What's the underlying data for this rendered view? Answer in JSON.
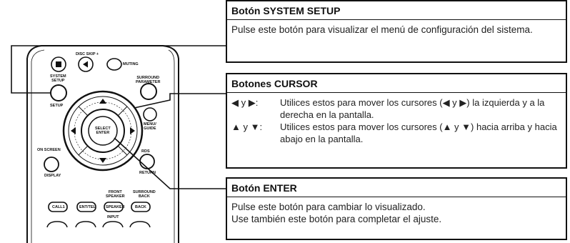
{
  "remote": {
    "labels": {
      "disc_skip": "DISC SKIP +",
      "muting": "MUTING",
      "system_setup": "SYSTEM\nSETUP",
      "surround_parameter": "SURROUND\nPARAMETER",
      "setup": "SETUP",
      "menu_guide": "MENU/\nGUIDE",
      "select_enter": "SELECT\nENTER",
      "on_screen": "ON SCREEN",
      "display": "DISPLAY",
      "rds": "RDS",
      "return": "RETURN",
      "front_speaker": "FRONT\nSPEAKER",
      "surround_back": "SURROUND\nBACK",
      "input": "INPUT",
      "call1": "CALL1",
      "ent_tel": "ENT/TEL",
      "speaker": "SPEAKER",
      "back": "BACK"
    }
  },
  "boxes": {
    "system_setup": {
      "title": "Botón SYSTEM SETUP",
      "body": "Pulse este botón para visualizar el menú de configuración del sistema."
    },
    "cursor": {
      "title": "Botones CURSOR",
      "rows": [
        {
          "key": "◀ y ▶:",
          "desc": "Utilices estos para mover los cursores (◀ y ▶) la izquierda y a la derecha en la pantalla."
        },
        {
          "key": "▲ y ▼:",
          "desc": "Utilices estos para mover los cursores (▲ y ▼) hacia arriba y hacia abajo en la pantalla."
        }
      ]
    },
    "enter": {
      "title": "Botón ENTER",
      "lines": [
        "Pulse este botón para cambiar lo visualizado.",
        "Use también este botón para completar el ajuste."
      ]
    }
  }
}
